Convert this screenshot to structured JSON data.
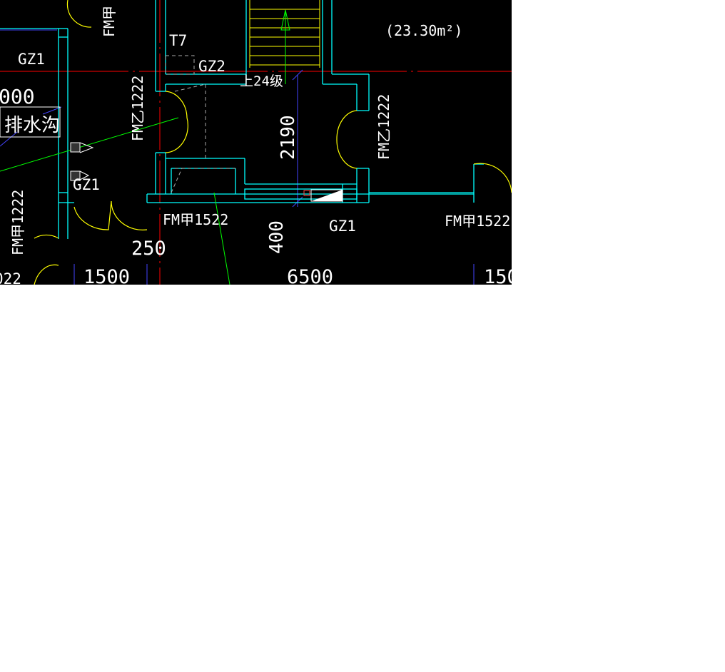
{
  "colors": {
    "background": "#000000",
    "wall": "#00ffff",
    "door_arc": "#ffff00",
    "axis": "#ff0000",
    "stair_rail": "#00ff00",
    "dimension": "#4444ff",
    "text": "#ffffff"
  },
  "labels": {
    "gz1_top": "GZ1",
    "gz1_mid": "GZ1",
    "gz1_bottom": "GZ1",
    "gz2": "GZ2",
    "t7": "T7",
    "area": "(23.30m²)",
    "steps": "上24级",
    "drain": "排水沟",
    "door_fmjia_top": "FM甲",
    "door_fmjia_left": "FM甲1222",
    "door_fmyi_left": "FM乙1222",
    "door_fmyi_right": "FM乙1222",
    "door_fmjia_1522_a": "FM甲1522",
    "door_fmjia_1522_b": "FM甲1522",
    "partial_left_022": "022"
  },
  "dimensions": {
    "d_000": "000",
    "d_2190": "2190",
    "d_400": "400",
    "d_250": "250",
    "d_1500": "1500",
    "d_6500": "6500",
    "d_150": "150"
  }
}
